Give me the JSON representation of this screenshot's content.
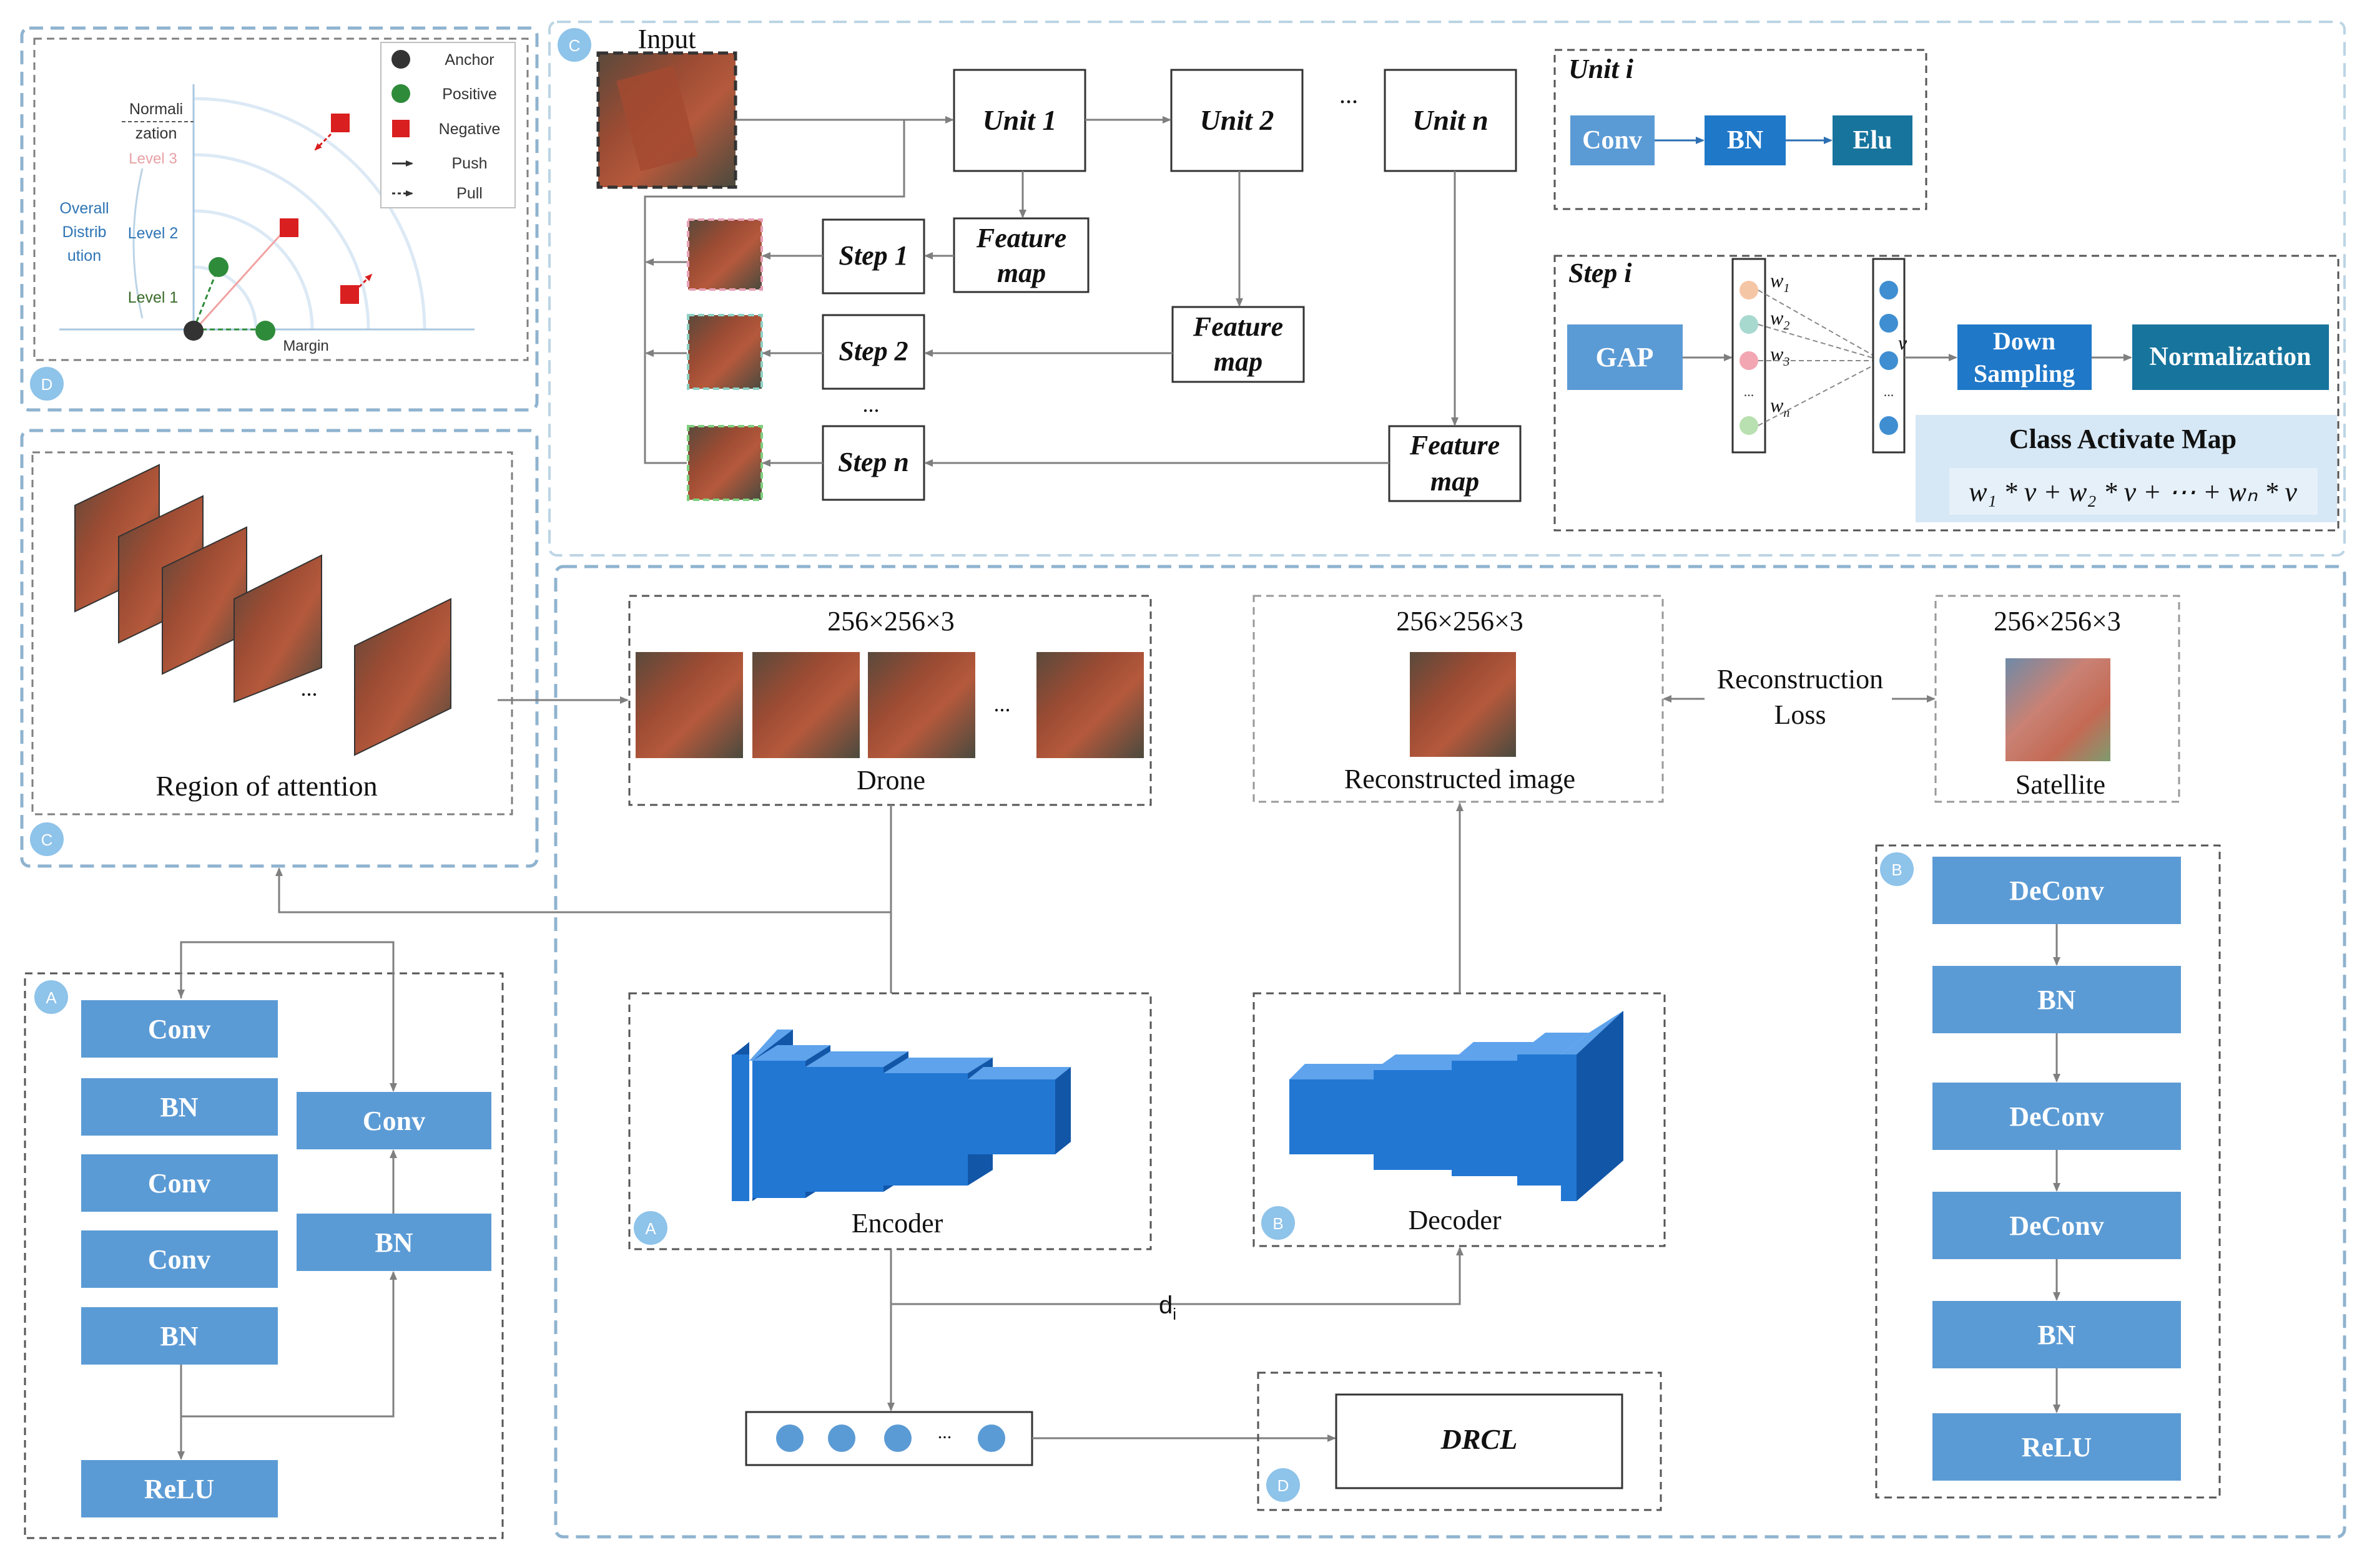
{
  "colors": {
    "dash_blue": "#8fb3cf",
    "block_blue": "#5b9bd5",
    "block_dark": "#1f78c8",
    "block_teal": "#17749d",
    "cube_face": "#2277d3",
    "cube_top": "#5ea3ec",
    "cube_side": "#1256a8",
    "badge": "#8ec3ea",
    "anchor": "#333333",
    "positive": "#2e8b3a",
    "negative": "#d91f1f",
    "ring": "#dce9f5"
  },
  "badges": {
    "a": "A",
    "b": "B",
    "c": "C",
    "d": "D"
  },
  "panel_d": {
    "legend": {
      "anchor": "Anchor",
      "positive": "Positive",
      "negative": "Negative",
      "push": "Push",
      "pull": "Pull"
    },
    "normalization": [
      "Normali",
      "zation"
    ],
    "overall": [
      "Overall",
      "Distrib",
      "ution"
    ],
    "level3": "Level 3",
    "level2": "Level 2",
    "level1": "Level 1",
    "margin": "Margin"
  },
  "panel_c_top": {
    "input": "Input",
    "units": [
      "Unit 1",
      "Unit 2",
      "Unit n"
    ],
    "ellipsis": "...",
    "feature_map": [
      "Feature",
      "map"
    ],
    "steps": [
      "Step 1",
      "Step 2",
      "Step n"
    ],
    "unit_i": {
      "title": "Unit i",
      "blocks": [
        "Conv",
        "BN",
        "Elu"
      ]
    },
    "step_i": {
      "title": "Step i",
      "gap": "GAP",
      "weights": [
        "w",
        "w",
        "w",
        "w"
      ],
      "weight_subs": [
        "1",
        "2",
        "3",
        "n"
      ],
      "v": "v",
      "down_sampling": [
        "Down",
        "Sampling"
      ],
      "normalization": "Normalization",
      "cam_title": "Class Activate Map",
      "cam_formula": "w₁ * v + w₂ * v + ⋯ + wₙ * v"
    }
  },
  "panel_c_left": {
    "caption": "Region of attention",
    "ellipsis": "..."
  },
  "main": {
    "size_label": "256×256×3",
    "drone": "Drone",
    "reconstructed": "Reconstructed  image",
    "satellite": "Satellite",
    "loss": [
      "Reconstruction",
      "Loss"
    ],
    "encoder": "Encoder",
    "decoder": "Decoder",
    "di": "d",
    "di_sub": "i",
    "drcl": "DRCL",
    "ellipsis": "..."
  },
  "panel_a": {
    "left": [
      "Conv",
      "BN",
      "Conv",
      "Conv",
      "BN",
      "ReLU"
    ],
    "right": [
      "Conv",
      "BN"
    ]
  },
  "panel_b": {
    "blocks": [
      "DeConv",
      "BN",
      "DeConv",
      "DeConv",
      "BN",
      "ReLU"
    ]
  }
}
